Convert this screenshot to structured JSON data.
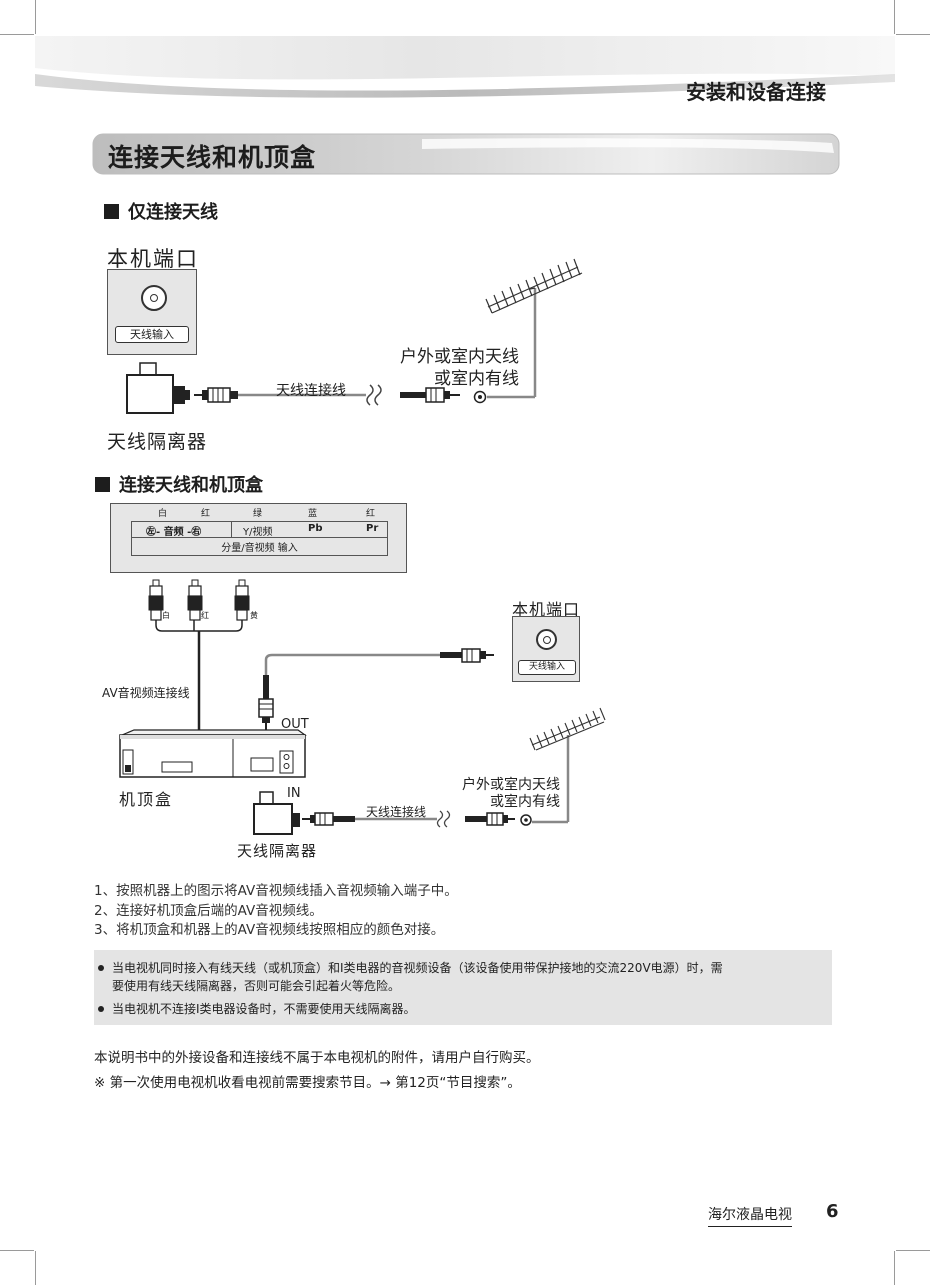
{
  "header": {
    "chapter_title": "安装和设备连接"
  },
  "section": {
    "title": "连接天线和机顶盒"
  },
  "diagram1": {
    "subtitle": "仅连接天线",
    "port_title": "本机端口",
    "port_button": "天线输入",
    "cable_label": "天线连接线",
    "antenna_label_1": "户外或室内天线",
    "antenna_label_2": "或室内有线",
    "isolator_label": "天线隔离器"
  },
  "diagram2": {
    "subtitle": "连接天线和机顶盒",
    "panel_colors": [
      "白",
      "红",
      "绿",
      "蓝",
      "红"
    ],
    "panel_audio": "㊧- 音频 -㊨",
    "panel_yvideo": "Y/视频",
    "panel_pb": "Pb",
    "panel_pr": "Pr",
    "panel_input": "分量/音视频  输入",
    "plug_white": "白",
    "plug_red": "红",
    "plug_yellow": "黄",
    "av_cable_label": "AV音视频连接线",
    "out_label": "OUT",
    "in_label": "IN",
    "stb_label": "机顶盒",
    "port_title": "本机端口",
    "port_button": "天线输入",
    "antenna_label_1": "户外或室内天线",
    "antenna_label_2": "或室内有线",
    "cable_label": "天线连接线",
    "isolator_label": "天线隔离器"
  },
  "steps": [
    "1、按照机器上的图示将AV音视频线插入音视频输入端子中。",
    "2、连接好机顶盒后端的AV音视频线。",
    "3、将机顶盒和机器上的AV音视频线按照相应的颜色对接。"
  ],
  "notes": [
    "当电视机同时接入有线天线（或机顶盒）和I类电器的音视频设备（该设备使用带保护接地的交流220V电源）时，需",
    "要使用有线天线隔离器，否则可能会引起着火等危险。",
    "当电视机不连接I类电器设备时，不需要使用天线隔离器。"
  ],
  "footer": {
    "line1": "本说明书中的外接设备和连接线不属于本电视机的附件，请用户自行购买。",
    "line2": "※ 第一次使用电视机收看电视前需要搜索节目。→ 第12页“节目搜索”。",
    "brand": "海尔液晶电视",
    "page": "6"
  }
}
